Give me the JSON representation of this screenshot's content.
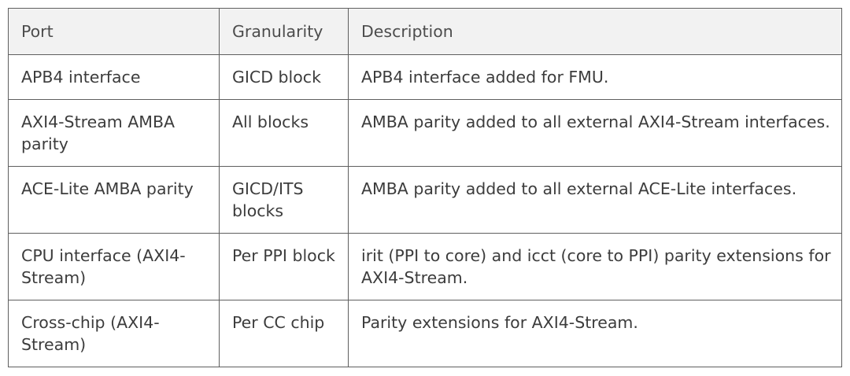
{
  "table": {
    "headers": [
      "Port",
      "Granularity",
      "Description"
    ],
    "rows": [
      [
        "APB4 interface",
        "GICD block",
        "APB4 interface added for FMU."
      ],
      [
        "AXI4-Stream AMBA parity",
        "All blocks",
        "AMBA parity added to all external AXI4-Stream interfaces."
      ],
      [
        "ACE-Lite AMBA parity",
        "GICD/ITS blocks",
        "AMBA parity added to all external ACE-Lite interfaces."
      ],
      [
        "CPU interface (AXI4-Stream)",
        "Per PPI block",
        "irit (PPI to core) and icct (core to PPI) parity extensions for AXI4-Stream."
      ],
      [
        "Cross-chip (AXI4-Stream)",
        "Per CC chip",
        "Parity extensions for AXI4-Stream."
      ]
    ]
  }
}
